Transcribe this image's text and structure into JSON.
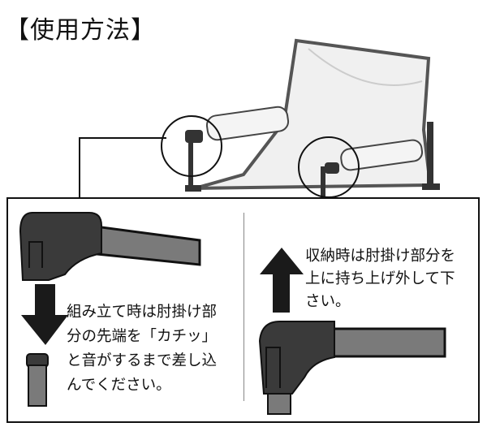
{
  "title": "【使用方法】",
  "instructions": {
    "assembly": [
      "組み立て時は肘掛け部",
      "分の先端を「カチッ」",
      "と音がするまで差し込",
      "んでください。"
    ],
    "storage": [
      "収納時は肘掛け部分を",
      "上に持ち上げ外して下",
      "さい。"
    ]
  },
  "colors": {
    "connector": "#3a3a3a",
    "tube": "#7a7a7a",
    "arrow": "#1a1a1a",
    "border": "#111111"
  }
}
